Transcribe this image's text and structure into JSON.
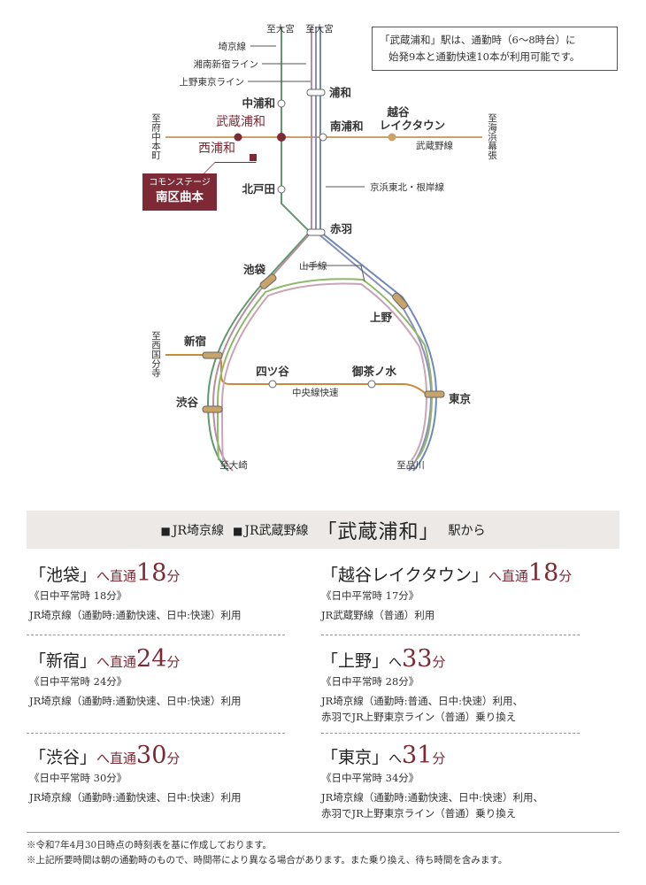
{
  "map": {
    "top_labels": {
      "omiya_1": "至大宮",
      "omiya_2": "至大宮"
    },
    "line_labels": {
      "saikyo": "埼京線",
      "shonan": "湘南新宿ライン",
      "ueno_tokyo": "上野東京ライン",
      "keihin": "京浜東北・根岸線",
      "musashino": "武蔵野線",
      "yamanote": "山手線",
      "chuo": "中央線快速"
    },
    "directions": {
      "fuchu": "至府中本町",
      "kaihin": "至海浜幕張",
      "nishikokubunji": "至西国分寺",
      "osaki": "至大崎",
      "shinagawa": "至品川"
    },
    "stations": {
      "urawa": "浦和",
      "nakaurawa": "中浦和",
      "musashiurawa": "武蔵浦和",
      "minamiurawa": "南浦和",
      "nishiurawa": "西浦和",
      "koshigaya_1": "越谷",
      "koshigaya_2": "レイクタウン",
      "kitatoda": "北戸田",
      "akabane": "赤羽",
      "ikebukuro": "池袋",
      "ueno": "上野",
      "shinjuku": "新宿",
      "yotsuya": "四ツ谷",
      "ochanomizu": "御茶ノ水",
      "shibuya": "渋谷",
      "tokyo": "東京"
    },
    "site": {
      "line1": "コモンステージ",
      "line2": "南区曲本"
    },
    "note": {
      "line1": "「武蔵浦和」駅は、通勤時（6〜8時台）に",
      "line2": "始発9本と通勤快速10本が利用可能です。"
    },
    "colors": {
      "saikyo": "#5f9a6e",
      "shonan": "#b98ca0",
      "ueno_tokyo": "#8a8fb8",
      "keihin": "#6f8ab8",
      "musashino": "#c9a46a",
      "yamanote": "#8fb86a",
      "chuo": "#c98a3a",
      "accent": "#7d2a36"
    }
  },
  "banner": {
    "square1": "■",
    "line1": "JR埼京線",
    "square2": "■",
    "line2": "JR武蔵野線",
    "station": "「武蔵浦和」",
    "from": "駅から"
  },
  "routes": [
    {
      "dest": "「池袋」",
      "via": "へ直通",
      "minutes": "18",
      "unit": "分",
      "sub": "《日中平常時 18分》",
      "lines": [
        "JR埼京線（通勤時:通勤快速、日中:快速）利用"
      ]
    },
    {
      "dest": "「越谷レイクタウン」",
      "via": "へ直通",
      "minutes": "18",
      "unit": "分",
      "sub": "《日中平常時 17分》",
      "lines": [
        "JR武蔵野線（普通）利用"
      ]
    },
    {
      "dest": "「新宿」",
      "via": "へ直通",
      "minutes": "24",
      "unit": "分",
      "sub": "《日中平常時 24分》",
      "lines": [
        "JR埼京線（通勤時:通勤快速、日中:快速）利用"
      ]
    },
    {
      "dest": "「上野」",
      "via": "へ",
      "minutes": "33",
      "unit": "分",
      "sub": "《日中平常時 28分》",
      "lines": [
        "JR埼京線（通勤時:普通、日中:快速）利用、",
        "赤羽でJR上野東京ライン（普通）乗り換え"
      ]
    },
    {
      "dest": "「渋谷」",
      "via": "へ直通",
      "minutes": "30",
      "unit": "分",
      "sub": "《日中平常時 30分》",
      "lines": [
        "JR埼京線（通勤時:通勤快速、日中:快速）利用"
      ]
    },
    {
      "dest": "「東京」",
      "via": "へ",
      "minutes": "31",
      "unit": "分",
      "sub": "《日中平常時 34分》",
      "lines": [
        "JR埼京線（通勤時:通勤快速、日中:快速）利用、",
        "赤羽でJR上野東京ライン（普通）乗り換え"
      ]
    }
  ],
  "footnotes": {
    "n1": "※令和7年4月30日時点の時刻表を基に作成しております。",
    "n2": "※上記所要時間は朝の通勤時のもので、時間帯により異なる場合があります。また乗り換え、待ち時間を含みます。"
  }
}
